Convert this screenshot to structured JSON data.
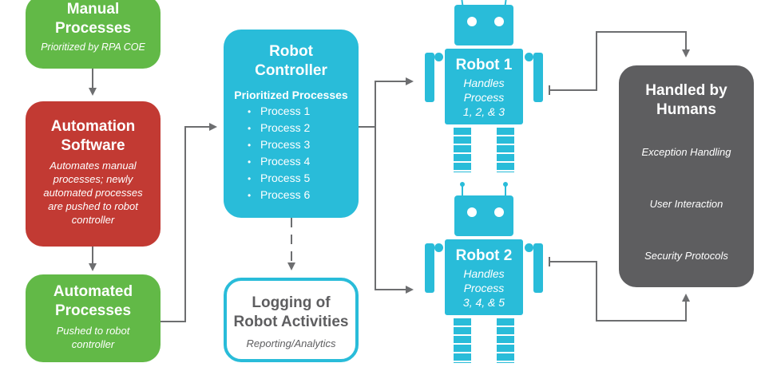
{
  "colors": {
    "manual": "#62b947",
    "automation": "#c23a33",
    "controller": "#29bcd9",
    "humans": "#5e5e60",
    "connector": "#6d6e70"
  },
  "manual_processes": {
    "title_line1": "Manual",
    "title_line2": "Processes",
    "subtitle": "Prioritized by RPA COE"
  },
  "automation_software": {
    "title_line1": "Automation",
    "title_line2": "Software",
    "description": [
      "Automates manual",
      "processes; newly",
      "automated processes",
      "are pushed to robot",
      "controller"
    ]
  },
  "automated_processes": {
    "title_line1": "Automated",
    "title_line2": "Processes",
    "description": [
      "Pushed to robot",
      "controller"
    ]
  },
  "robot_controller": {
    "title_line1": "Robot",
    "title_line2": "Controller",
    "list_heading": "Prioritized Processes",
    "processes": [
      "Process 1",
      "Process 2",
      "Process 3",
      "Process 4",
      "Process 5",
      "Process 6"
    ]
  },
  "logging": {
    "title_line1": "Logging of",
    "title_line2": "Robot Activities",
    "subtitle": "Reporting/Analytics"
  },
  "robots": [
    {
      "name": "Robot 1",
      "desc": [
        "Handles",
        "Process",
        "1, 2, & 3"
      ]
    },
    {
      "name": "Robot 2",
      "desc": [
        "Handles",
        "Process",
        "3, 4, & 5"
      ]
    }
  ],
  "humans": {
    "title_line1": "Handled by",
    "title_line2": "Humans",
    "items": [
      "Exception Handling",
      "User Interaction",
      "Security Protocols"
    ]
  }
}
